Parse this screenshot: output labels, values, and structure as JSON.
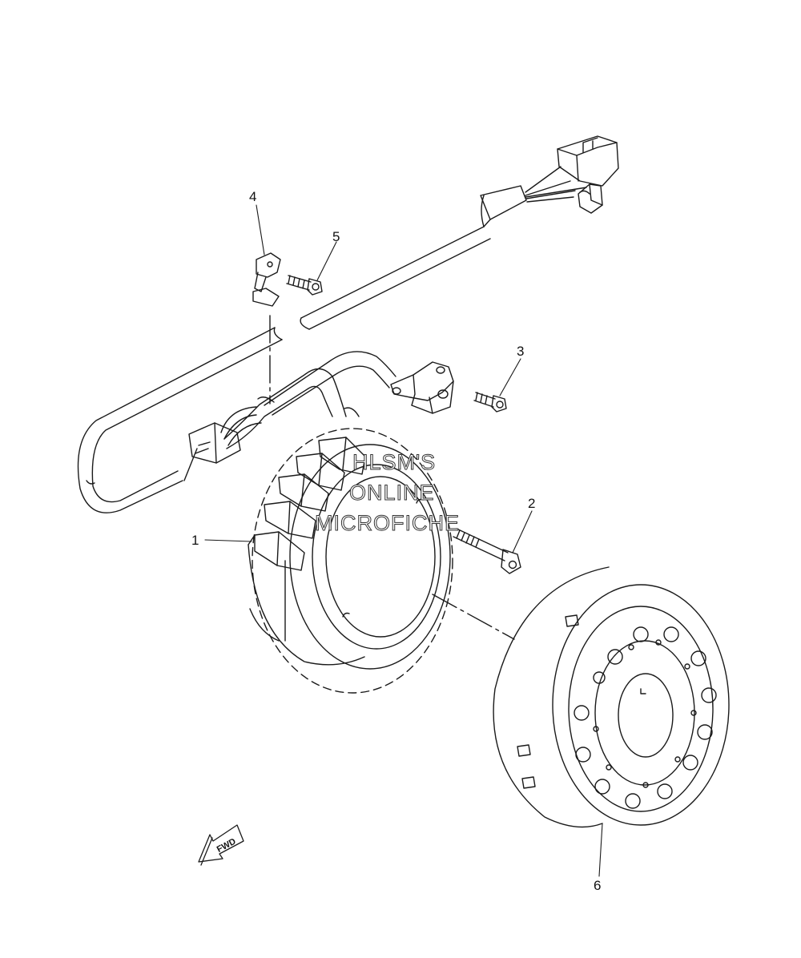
{
  "callouts": {
    "c1": "1",
    "c2": "2",
    "c3": "3",
    "c4": "4",
    "c5": "5",
    "c6": "6"
  },
  "watermark": {
    "line1": "HLSM'S",
    "line2": "ONLINE",
    "line3": "MICROFICHE"
  },
  "fwd_label": "FWD"
}
